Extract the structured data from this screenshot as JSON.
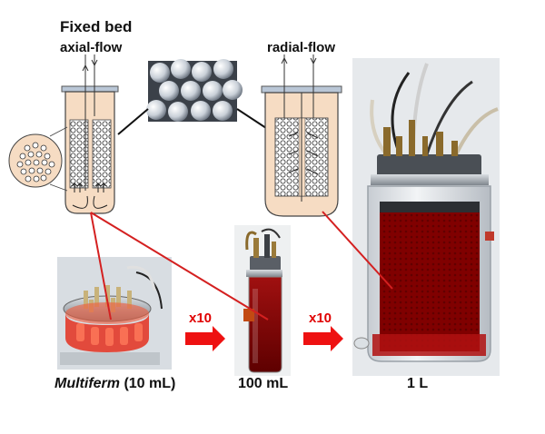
{
  "labels": {
    "title": "Fixed bed",
    "axial": "axial-flow",
    "radial": "radial-flow"
  },
  "captions": {
    "multiferm_name": "Multiferm",
    "multiferm_volume": " (10 mL)",
    "ml100": "100 mL",
    "l1": "1 L"
  },
  "scale_steps": [
    "x10",
    "x10"
  ],
  "colors": {
    "connector": "#d42020",
    "arrow": "#ee1111",
    "bed": "#f6dcc3",
    "medium": "#8b0000"
  }
}
